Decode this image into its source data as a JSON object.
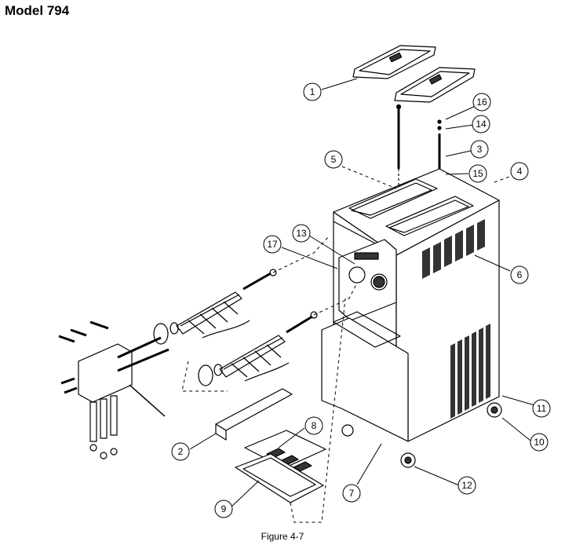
{
  "title": "Model 794",
  "caption": "Figure 4-7",
  "callouts": {
    "c1": "1",
    "c2": "2",
    "c3": "3",
    "c4": "4",
    "c5": "5",
    "c6": "6",
    "c7": "7",
    "c8": "8",
    "c9": "9",
    "c10": "10",
    "c11": "11",
    "c12": "12",
    "c13": "13",
    "c14": "14",
    "c15": "15",
    "c16": "16",
    "c17": "17"
  }
}
